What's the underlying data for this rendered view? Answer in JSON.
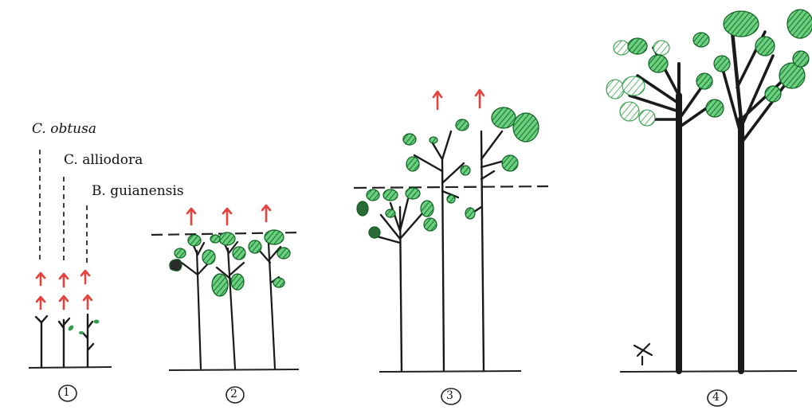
{
  "species_labels": {
    "obtusa": "C. obtusa",
    "alliodora": "C. alliodora",
    "guianensis": "B. guianensis"
  },
  "stage_numbers": [
    "1",
    "2",
    "3",
    "4"
  ],
  "colors": {
    "ink": "#1a1a1a",
    "arrow": "#e8413c",
    "foliage_dark": "#1e7a33",
    "foliage_light": "#5cc06e"
  }
}
